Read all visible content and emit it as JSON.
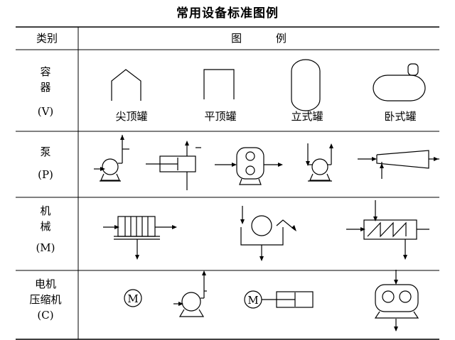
{
  "title": "常用设备标准图例",
  "header": {
    "col_category": "类别",
    "col_figure": "图          例"
  },
  "rows": [
    {
      "name_lines": [
        "容",
        "器"
      ],
      "code": "(V)",
      "items": [
        "尖顶罐",
        "平顶罐",
        "立式罐",
        "卧式罐"
      ]
    },
    {
      "name_lines": [
        "泵"
      ],
      "code": "(P)"
    },
    {
      "name_lines": [
        "机",
        "械"
      ],
      "code": "(M)"
    },
    {
      "name_lines": [
        "电机",
        "压缩机"
      ],
      "code": "(C)"
    }
  ],
  "motor_symbol": "M"
}
